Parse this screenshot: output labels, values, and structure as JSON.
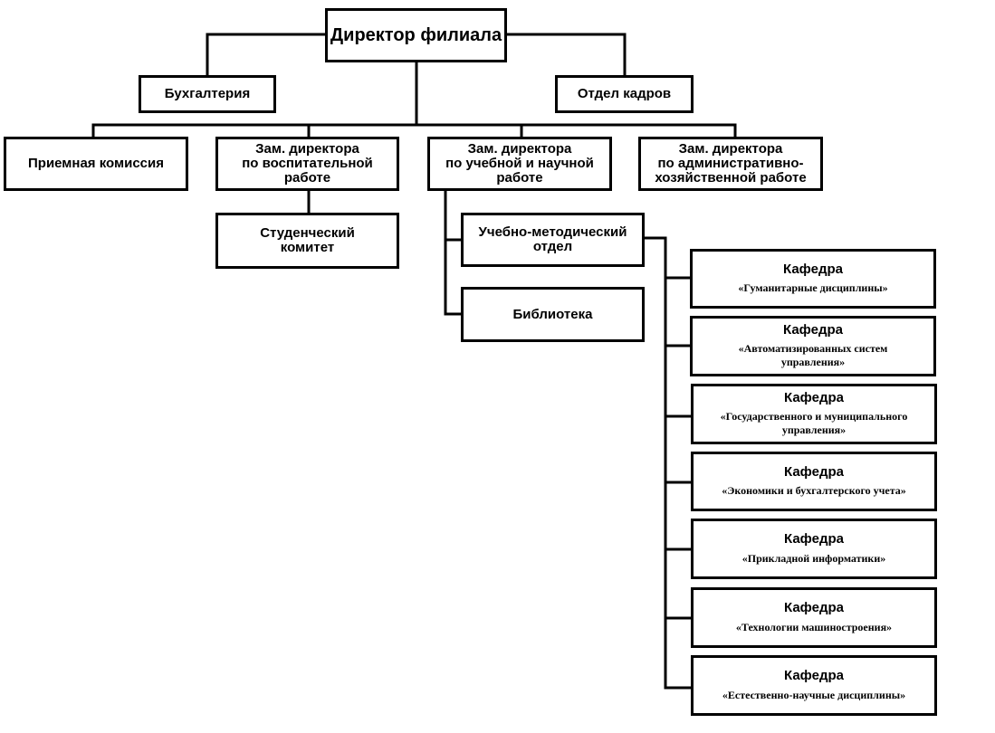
{
  "director": "Директор филиала",
  "accounting": "Бухгалтерия",
  "hr": "Отдел кадров",
  "admissions": "Приемная комиссия",
  "deputy_education": "Зам. директора\nпо воспитательной\nработе",
  "deputy_academic": "Зам. директора\nпо учебной и научной\nработе",
  "deputy_admin": "Зам. директора\nпо административно-\nхозяйственной работе",
  "student_committee": "Студенческий\nкомитет",
  "methodical_dept": "Учебно-методический\nотдел",
  "library": "Библиотека",
  "departments": [
    {
      "title": "Кафедра",
      "name": "«Гуманитарные дисциплины»"
    },
    {
      "title": "Кафедра",
      "name": "«Автоматизированных систем\nуправления»"
    },
    {
      "title": "Кафедра",
      "name": "«Государственного и муниципального\nуправления»"
    },
    {
      "title": "Кафедра",
      "name": "«Экономики и бухгалтерского учета»"
    },
    {
      "title": "Кафедра",
      "name": "«Прикладной информатики»"
    },
    {
      "title": "Кафедра",
      "name": "«Технологии машиностроения»"
    },
    {
      "title": "Кафедра",
      "name": "«Естественно-научные дисциплины»"
    }
  ]
}
